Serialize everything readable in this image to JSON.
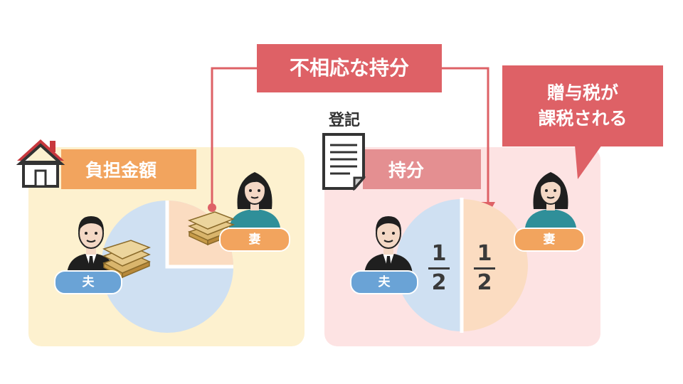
{
  "callout_main": "不相応な持分",
  "callout_tax": {
    "line1": "贈与税が",
    "line2": "課税される"
  },
  "left_panel": {
    "header": "負担金額",
    "husband_label": "夫",
    "wife_label": "妻"
  },
  "right_panel": {
    "document_label": "登記",
    "header": "持分",
    "husband_label": "夫",
    "wife_label": "妻",
    "husband_share": {
      "numerator": "1",
      "denominator": "2"
    },
    "wife_share": {
      "numerator": "1",
      "denominator": "2"
    }
  },
  "colors": {
    "callout_red": "#de6166",
    "husband_blue": "#cfe0f2",
    "wife_orange": "#fbdcc1",
    "pill_blue": "#6aa3d6",
    "pill_orange": "#f2a45e"
  },
  "icons": [
    "house-icon",
    "document-icon",
    "man-icon",
    "woman-icon",
    "money-stack-icon"
  ]
}
